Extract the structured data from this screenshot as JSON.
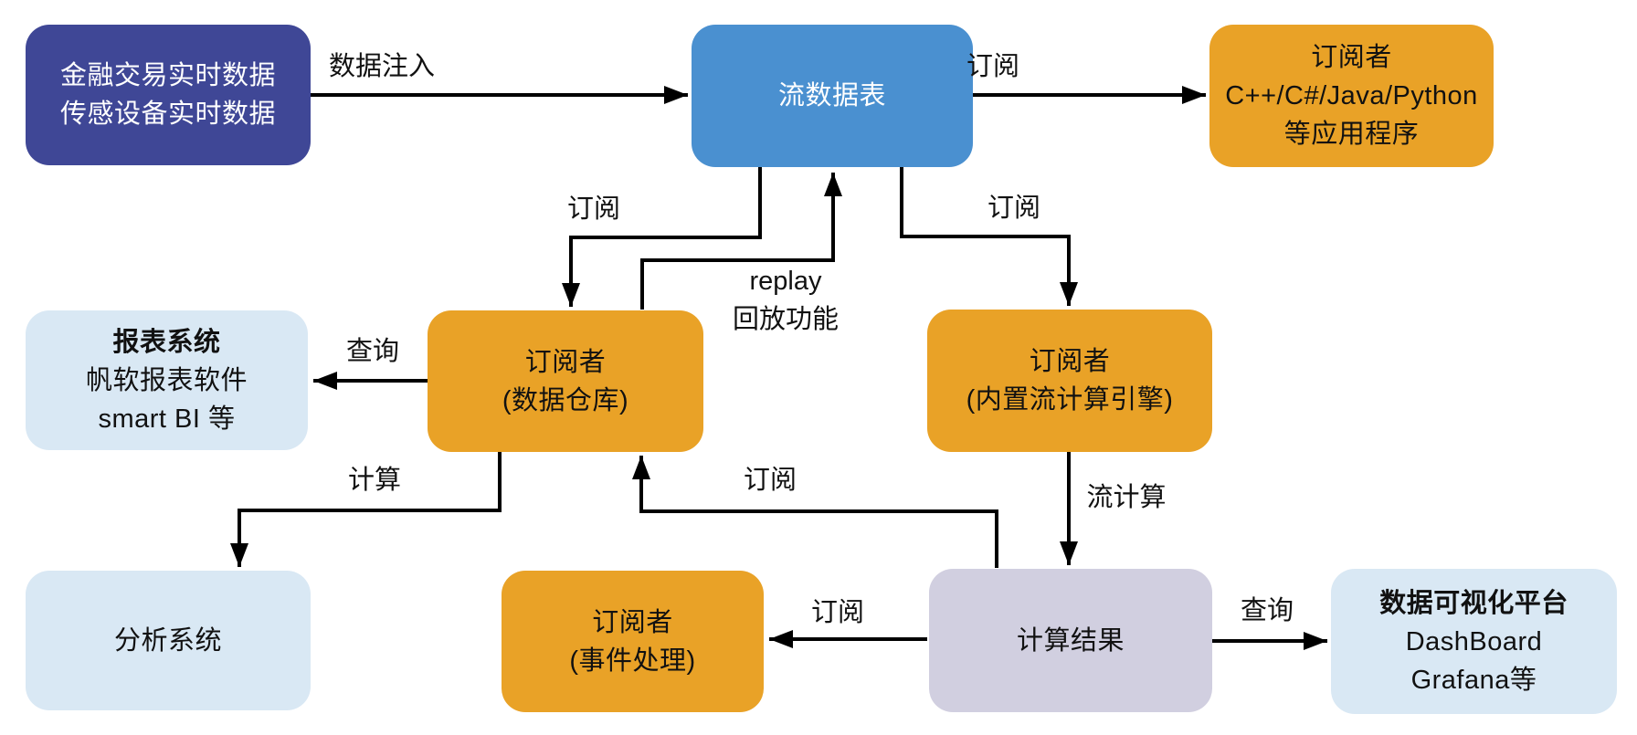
{
  "diagram": {
    "title_hint": "streaming data flow diagram",
    "nodes": {
      "source": {
        "lines": [
          "金融交易实时数据",
          "传感设备实时数据"
        ]
      },
      "stream": {
        "lines": [
          "流数据表"
        ]
      },
      "apps": {
        "lines": [
          "订阅者",
          "C++/C#/Java/Python",
          "等应用程序"
        ]
      },
      "report": {
        "lines": [
          "报表系统",
          "帆软报表软件",
          "smart BI 等"
        ]
      },
      "warehouse": {
        "lines": [
          "订阅者",
          "(数据仓库)"
        ]
      },
      "engine": {
        "lines": [
          "订阅者",
          "(内置流计算引擎)"
        ]
      },
      "analysis": {
        "lines": [
          "分析系统"
        ]
      },
      "events": {
        "lines": [
          "订阅者",
          "(事件处理)"
        ]
      },
      "results": {
        "lines": [
          "计算结果"
        ]
      },
      "viz": {
        "lines": [
          "数据可视化平台",
          "DashBoard",
          "Grafana等"
        ]
      }
    },
    "edge_labels": {
      "inject": "数据注入",
      "subscribe_apps": "订阅",
      "subscribe_warehouse": "订阅",
      "replay_line1": "replay",
      "replay_line2": "回放功能",
      "subscribe_engine": "订阅",
      "query_report": "查询",
      "compute": "计算",
      "subscribe_from_results": "订阅",
      "stream_compute": "流计算",
      "subscribe_events": "订阅",
      "query_viz": "查询"
    },
    "colors": {
      "source_box": "#3F4796",
      "stream_box": "#4A90D0",
      "subscriber_box": "#E9A227",
      "system_box": "#D9E8F4",
      "result_box": "#D1CFE0",
      "arrow": "#000000"
    }
  }
}
